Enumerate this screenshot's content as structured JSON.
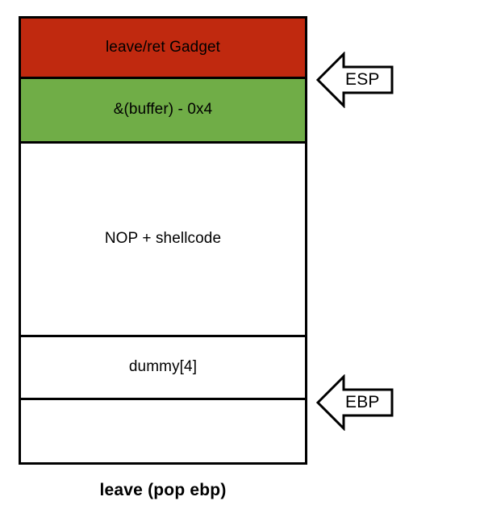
{
  "diagram": {
    "title": "leave (pop ebp)",
    "caption": "leave (pop ebp)",
    "colors": {
      "gadget_fill": "#C0290F",
      "buffer_fill": "#70AD47",
      "empty_fill": "#FFFFFF",
      "border": "#000000",
      "text": "#000000"
    },
    "stack_cells": [
      {
        "label": "leave/ret Gadget",
        "fill": "#C0290F"
      },
      {
        "label": "&(buffer) - 0x4",
        "fill": "#70AD47"
      },
      {
        "label": "NOP + shellcode",
        "fill": "#FFFFFF"
      },
      {
        "label": "dummy[4]",
        "fill": "#FFFFFF"
      },
      {
        "label": "",
        "fill": "#FFFFFF"
      }
    ],
    "pointers": [
      {
        "name": "ESP",
        "label": "ESP",
        "points_to": "leave/ret Gadget"
      },
      {
        "name": "EBP",
        "label": "EBP",
        "points_to": "dummy[4]"
      }
    ]
  }
}
